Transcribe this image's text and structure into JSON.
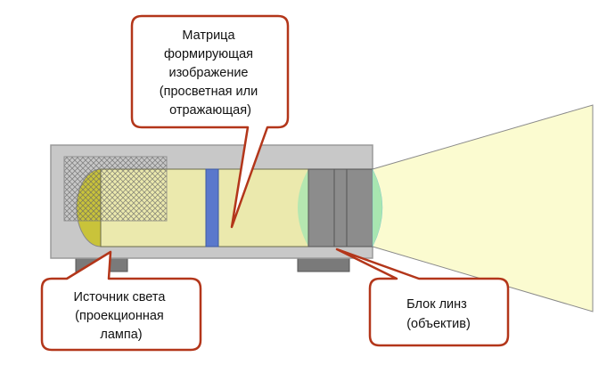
{
  "callouts": {
    "matrix": {
      "lines": [
        "Матрица",
        "формирующая",
        "изображение",
        "(просветная или",
        "отражающая)"
      ]
    },
    "lamp": {
      "lines": [
        "Источник света",
        "(проекционная",
        "лампа)"
      ]
    },
    "lens": {
      "lines": [
        "Блок линз",
        "(объектив)"
      ]
    }
  },
  "colors": {
    "body": "#c8c8c8",
    "tube": "#ebe9ad",
    "lamp": "#c9c33a",
    "matrix": "#5a78cc",
    "lens_block": "#8c8c8c",
    "lens": "#a8e6b0",
    "beam": "#fbfbd0",
    "callout_border": "#b3361a"
  }
}
